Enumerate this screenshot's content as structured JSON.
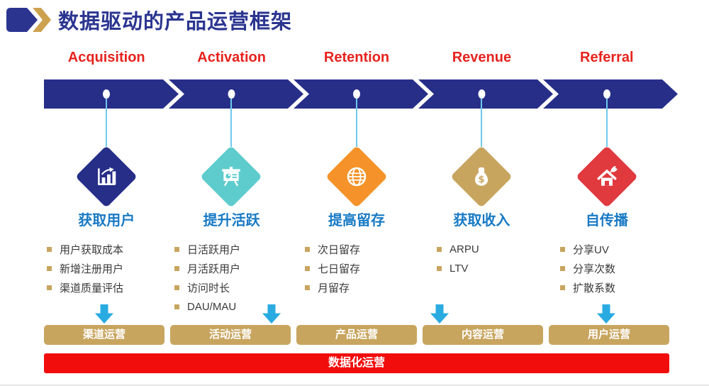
{
  "slide": {
    "title": "数据驱动的产品运营框架",
    "bottom_banner": "数据化运营"
  },
  "columns": [
    {
      "stage_en": "Acquisition",
      "stage_zh": "获取用户",
      "color": "#272e88",
      "icon": "bar-chart-icon",
      "metrics": [
        "用户获取成本",
        "新增注册用户",
        "渠道质量评估"
      ],
      "operation": "渠道运营"
    },
    {
      "stage_en": "Activation",
      "stage_zh": "提升活跃",
      "color": "#5ecccd",
      "icon": "presentation-board-icon",
      "metrics": [
        "日活跃用户",
        "月活跃用户",
        "访问时长",
        "DAU/MAU"
      ],
      "operation": "活动运营"
    },
    {
      "stage_en": "Retention",
      "stage_zh": "提高留存",
      "color": "#f5932a",
      "icon": "globe-icon",
      "metrics": [
        "次日留存",
        "七日留存",
        "月留存"
      ],
      "operation": "产品运营"
    },
    {
      "stage_en": "Revenue",
      "stage_zh": "获取收入",
      "color": "#c8a55f",
      "icon": "money-bag-icon",
      "metrics": [
        "ARPU",
        "LTV"
      ],
      "operation": "内容运营"
    },
    {
      "stage_en": "Referral",
      "stage_zh": "自传播",
      "color": "#e0393e",
      "icon": "eco-house-icon",
      "metrics": [
        "分享UV",
        "分享次数",
        "扩散系数"
      ],
      "operation": "用户运营"
    }
  ],
  "colors": {
    "band_navy": "#272e88",
    "stage_heading_red": "#e6231e",
    "stage_label_blue": "#187ac5",
    "operation_bar_tan": "#c8a55f",
    "banner_red": "#f20d0d",
    "arrow_cyan": "#29abe2",
    "title_navy": "#2b3590",
    "title_gold": "#cda24f",
    "connector_blue": "#70c9ee",
    "metric_text": "#3a3a3a"
  }
}
